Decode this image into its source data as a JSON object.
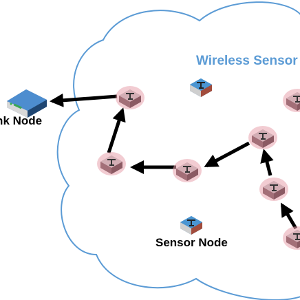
{
  "diagram": {
    "cloud_label": "Wireless Sensor",
    "sink_label": "Sink Node",
    "sensor_label": "Sensor Node"
  },
  "colors": {
    "cloud_stroke": "#5b9bd5",
    "cloud_label": "#5b9bd5",
    "arrow": "#000000",
    "relay_node_fill": "#c9a2aa",
    "relay_node_glow": "#e7a3ad",
    "sensor_node_top": "#3a88c7",
    "sink_node_top": "#3f7fbf",
    "label_text": "#000000"
  },
  "icons": {
    "sink": "router-icon",
    "sensor": "sensor-node-icon",
    "relay": "relay-node-icon"
  }
}
